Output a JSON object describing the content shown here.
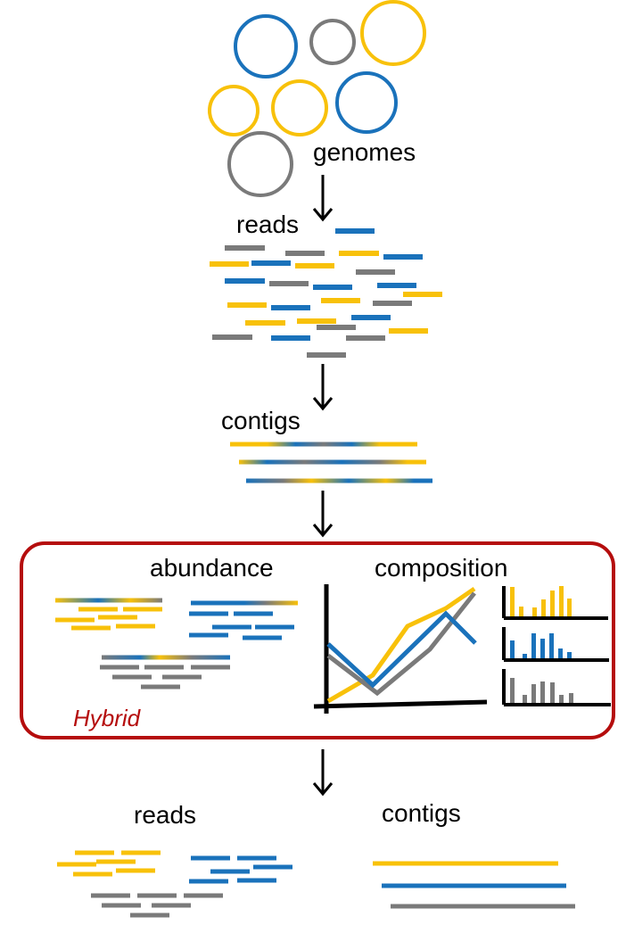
{
  "labels": {
    "genomes": "genomes",
    "reads": "reads",
    "contigs": "contigs",
    "abundance": "abundance",
    "composition": "composition",
    "hybrid": "Hybrid",
    "out_reads": "reads",
    "out_contigs": "contigs"
  },
  "colors": {
    "blue": "#1a72bb",
    "yellow": "#f8c10a",
    "gray": "#7a7a7a",
    "hybrid_red": "#b50d0d",
    "black": "#000000"
  }
}
